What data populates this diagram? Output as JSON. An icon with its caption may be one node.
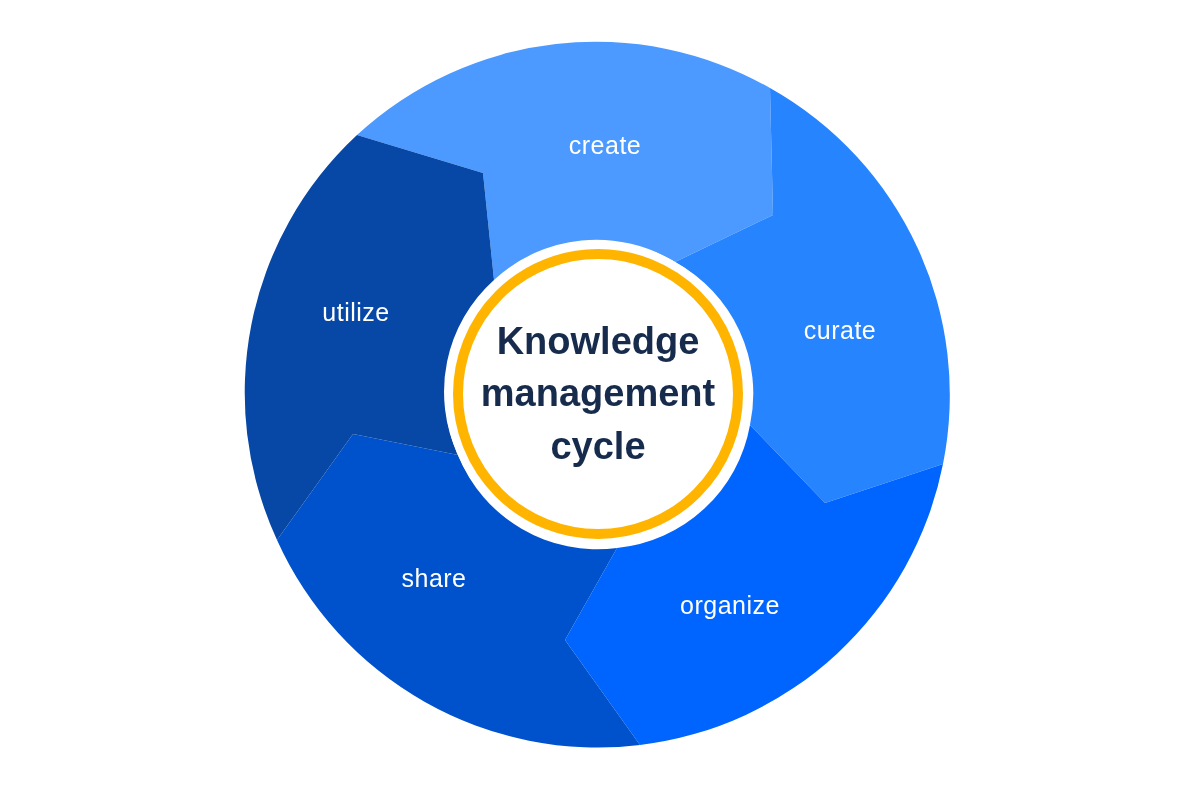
{
  "diagram": {
    "nodes": [
      {
        "text": [
          "Knowledge management cycle"
        ]
      },
      {
        "text": [
          "create"
        ]
      },
      {
        "text": [
          "curate"
        ]
      },
      {
        "text": [
          "organize"
        ]
      },
      {
        "text": [
          "share"
        ]
      },
      {
        "text": [
          "utilize"
        ]
      }
    ]
  }
}
